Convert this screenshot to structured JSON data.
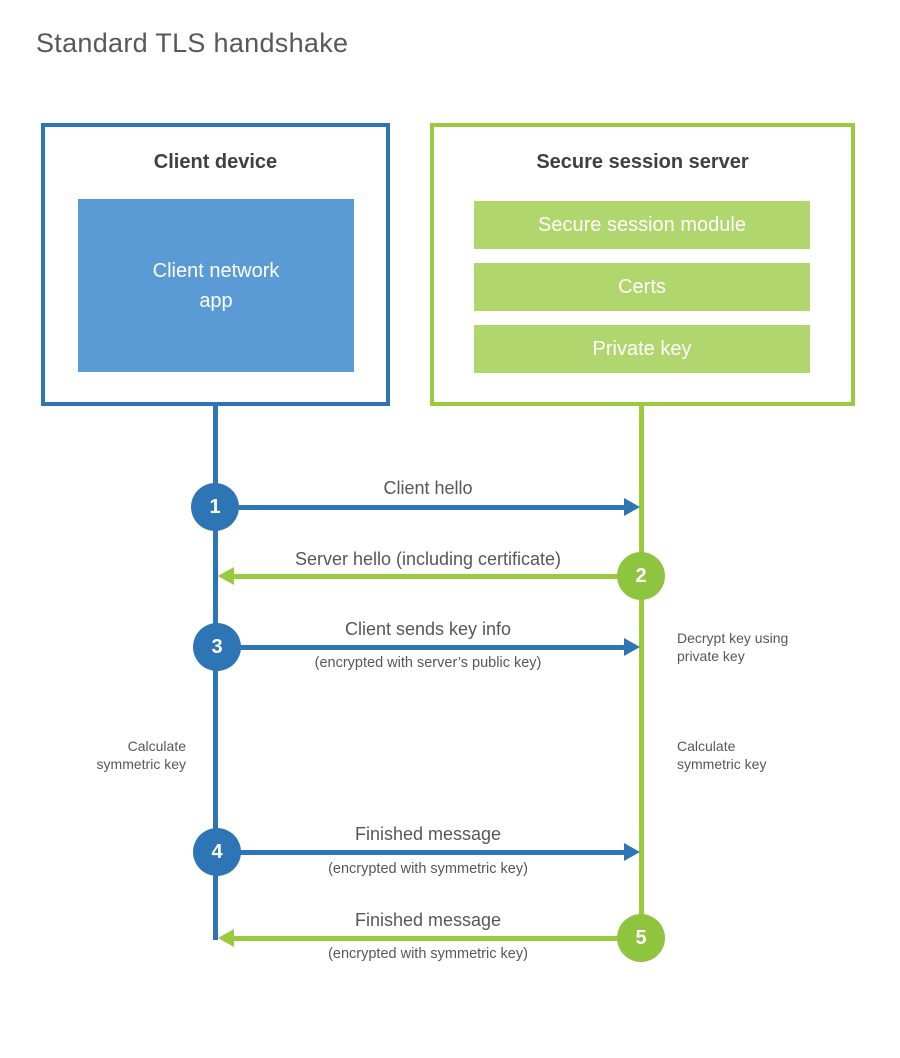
{
  "title": "Standard TLS handshake",
  "client": {
    "header": "Client device",
    "app_label": "Client network app"
  },
  "server": {
    "header": "Secure session server",
    "modules": [
      "Secure session module",
      "Certs",
      "Private key"
    ]
  },
  "steps": [
    {
      "number": "1",
      "from": "client",
      "direction": "right",
      "label": "Client hello",
      "sublabel": ""
    },
    {
      "number": "2",
      "from": "server",
      "direction": "left",
      "label": "Server hello (including certificate)",
      "sublabel": ""
    },
    {
      "number": "3",
      "from": "client",
      "direction": "right",
      "label": "Client sends key info",
      "sublabel": "(encrypted with server’s public key)"
    },
    {
      "number": "4",
      "from": "client",
      "direction": "right",
      "label": "Finished message",
      "sublabel": "(encrypted with symmetric key)"
    },
    {
      "number": "5",
      "from": "server",
      "direction": "left",
      "label": "Finished message",
      "sublabel": "(encrypted with symmetric key)"
    }
  ],
  "annotations": {
    "decrypt_note": "Decrypt key using\nprivate key",
    "calculate_left": "Calculate\nsymmetric key",
    "calculate_right": "Calculate\nsymmetric key"
  },
  "colors": {
    "client_accent": "#2e75b6",
    "client_fill": "#5b9bd5",
    "server_accent": "#9aca3e",
    "server_circle": "#8fc43f",
    "server_fill": "#b2d66e",
    "heading_text": "#3f4043",
    "body_text": "#56575b"
  }
}
